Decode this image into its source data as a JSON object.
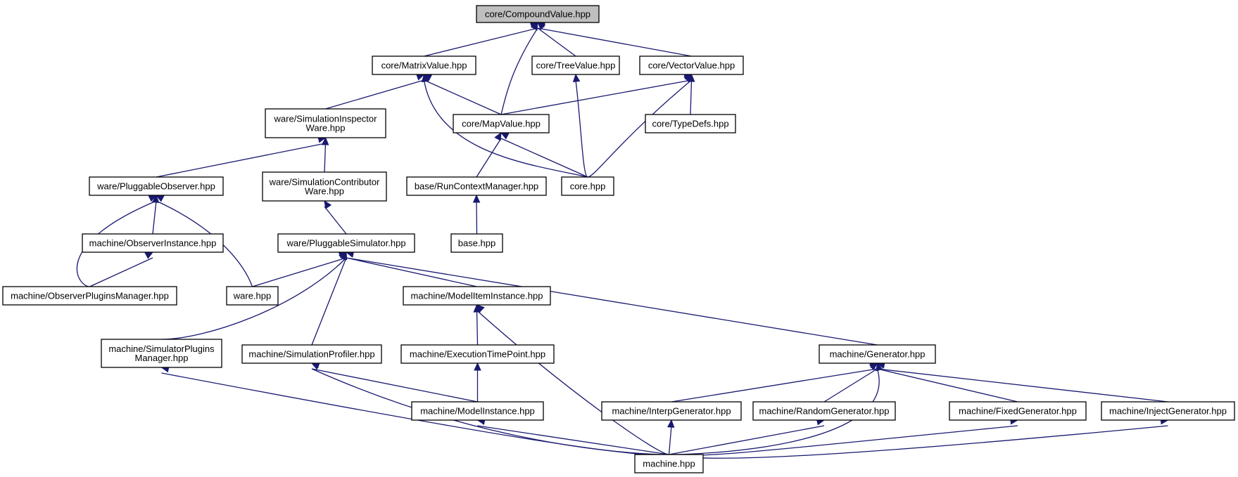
{
  "nodes": [
    {
      "id": "compoundvalue",
      "lines": [
        "core/CompoundValue.hpp"
      ],
      "root": true
    },
    {
      "id": "matrixvalue",
      "lines": [
        "core/MatrixValue.hpp"
      ]
    },
    {
      "id": "treevalue",
      "lines": [
        "core/TreeValue.hpp"
      ]
    },
    {
      "id": "vectorvalue",
      "lines": [
        "core/VectorValue.hpp"
      ]
    },
    {
      "id": "siminspector",
      "lines": [
        "ware/SimulationInspector",
        "Ware.hpp"
      ]
    },
    {
      "id": "mapvalue",
      "lines": [
        "core/MapValue.hpp"
      ]
    },
    {
      "id": "typedefs",
      "lines": [
        "core/TypeDefs.hpp"
      ]
    },
    {
      "id": "pluggableobserver",
      "lines": [
        "ware/PluggableObserver.hpp"
      ]
    },
    {
      "id": "simcontributor",
      "lines": [
        "ware/SimulationContributor",
        "Ware.hpp"
      ]
    },
    {
      "id": "runcontextmanager",
      "lines": [
        "base/RunContextManager.hpp"
      ]
    },
    {
      "id": "core",
      "lines": [
        "core.hpp"
      ]
    },
    {
      "id": "observerinstance",
      "lines": [
        "machine/ObserverInstance.hpp"
      ]
    },
    {
      "id": "pluggablesimulator",
      "lines": [
        "ware/PluggableSimulator.hpp"
      ]
    },
    {
      "id": "base",
      "lines": [
        "base.hpp"
      ]
    },
    {
      "id": "observerpluginsmanager",
      "lines": [
        "machine/ObserverPluginsManager.hpp"
      ]
    },
    {
      "id": "ware",
      "lines": [
        "ware.hpp"
      ]
    },
    {
      "id": "modeliteminstance",
      "lines": [
        "machine/ModelItemInstance.hpp"
      ]
    },
    {
      "id": "simulatorpluginsmanager",
      "lines": [
        "machine/SimulatorPlugins",
        "Manager.hpp"
      ]
    },
    {
      "id": "simulationprofiler",
      "lines": [
        "machine/SimulationProfiler.hpp"
      ]
    },
    {
      "id": "executiontimepoint",
      "lines": [
        "machine/ExecutionTimePoint.hpp"
      ]
    },
    {
      "id": "generator",
      "lines": [
        "machine/Generator.hpp"
      ]
    },
    {
      "id": "modelinstance",
      "lines": [
        "machine/ModelInstance.hpp"
      ]
    },
    {
      "id": "interpgenerator",
      "lines": [
        "machine/InterpGenerator.hpp"
      ]
    },
    {
      "id": "randomgenerator",
      "lines": [
        "machine/RandomGenerator.hpp"
      ]
    },
    {
      "id": "fixedgenerator",
      "lines": [
        "machine/FixedGenerator.hpp"
      ]
    },
    {
      "id": "injectgenerator",
      "lines": [
        "machine/InjectGenerator.hpp"
      ]
    },
    {
      "id": "machine",
      "lines": [
        "machine.hpp"
      ]
    }
  ],
  "edges": [
    {
      "from": "compoundvalue",
      "to": "matrixvalue"
    },
    {
      "from": "compoundvalue",
      "to": "mapvalue"
    },
    {
      "from": "compoundvalue",
      "to": "treevalue"
    },
    {
      "from": "compoundvalue",
      "to": "vectorvalue"
    },
    {
      "from": "matrixvalue",
      "to": "siminspector"
    },
    {
      "from": "matrixvalue",
      "to": "mapvalue"
    },
    {
      "from": "matrixvalue",
      "to": "core"
    },
    {
      "from": "treevalue",
      "to": "core"
    },
    {
      "from": "vectorvalue",
      "to": "mapvalue"
    },
    {
      "from": "vectorvalue",
      "to": "core"
    },
    {
      "from": "vectorvalue",
      "to": "typedefs"
    },
    {
      "from": "siminspector",
      "to": "pluggableobserver"
    },
    {
      "from": "siminspector",
      "to": "simcontributor"
    },
    {
      "from": "mapvalue",
      "to": "runcontextmanager"
    },
    {
      "from": "mapvalue",
      "to": "core"
    },
    {
      "from": "runcontextmanager",
      "to": "base"
    },
    {
      "from": "pluggableobserver",
      "to": "observerinstance"
    },
    {
      "from": "pluggableobserver",
      "to": "observerpluginsmanager"
    },
    {
      "from": "pluggableobserver",
      "to": "ware"
    },
    {
      "from": "observerinstance",
      "to": "observerpluginsmanager"
    },
    {
      "from": "simcontributor",
      "to": "pluggablesimulator"
    },
    {
      "from": "pluggablesimulator",
      "to": "ware"
    },
    {
      "from": "pluggablesimulator",
      "to": "simulatorpluginsmanager"
    },
    {
      "from": "pluggablesimulator",
      "to": "simulationprofiler"
    },
    {
      "from": "pluggablesimulator",
      "to": "modeliteminstance"
    },
    {
      "from": "pluggablesimulator",
      "to": "generator"
    },
    {
      "from": "modeliteminstance",
      "to": "executiontimepoint"
    },
    {
      "from": "modeliteminstance",
      "to": "machine"
    },
    {
      "from": "executiontimepoint",
      "to": "modelinstance"
    },
    {
      "from": "simulationprofiler",
      "to": "modelinstance"
    },
    {
      "from": "simulationprofiler",
      "to": "machine"
    },
    {
      "from": "simulatorpluginsmanager",
      "to": "machine"
    },
    {
      "from": "modelinstance",
      "to": "machine"
    },
    {
      "from": "generator",
      "to": "interpgenerator"
    },
    {
      "from": "generator",
      "to": "randomgenerator"
    },
    {
      "from": "generator",
      "to": "fixedgenerator"
    },
    {
      "from": "generator",
      "to": "injectgenerator"
    },
    {
      "from": "generator",
      "to": "machine"
    },
    {
      "from": "interpgenerator",
      "to": "machine"
    },
    {
      "from": "randomgenerator",
      "to": "machine"
    },
    {
      "from": "fixedgenerator",
      "to": "machine"
    },
    {
      "from": "injectgenerator",
      "to": "machine"
    }
  ]
}
